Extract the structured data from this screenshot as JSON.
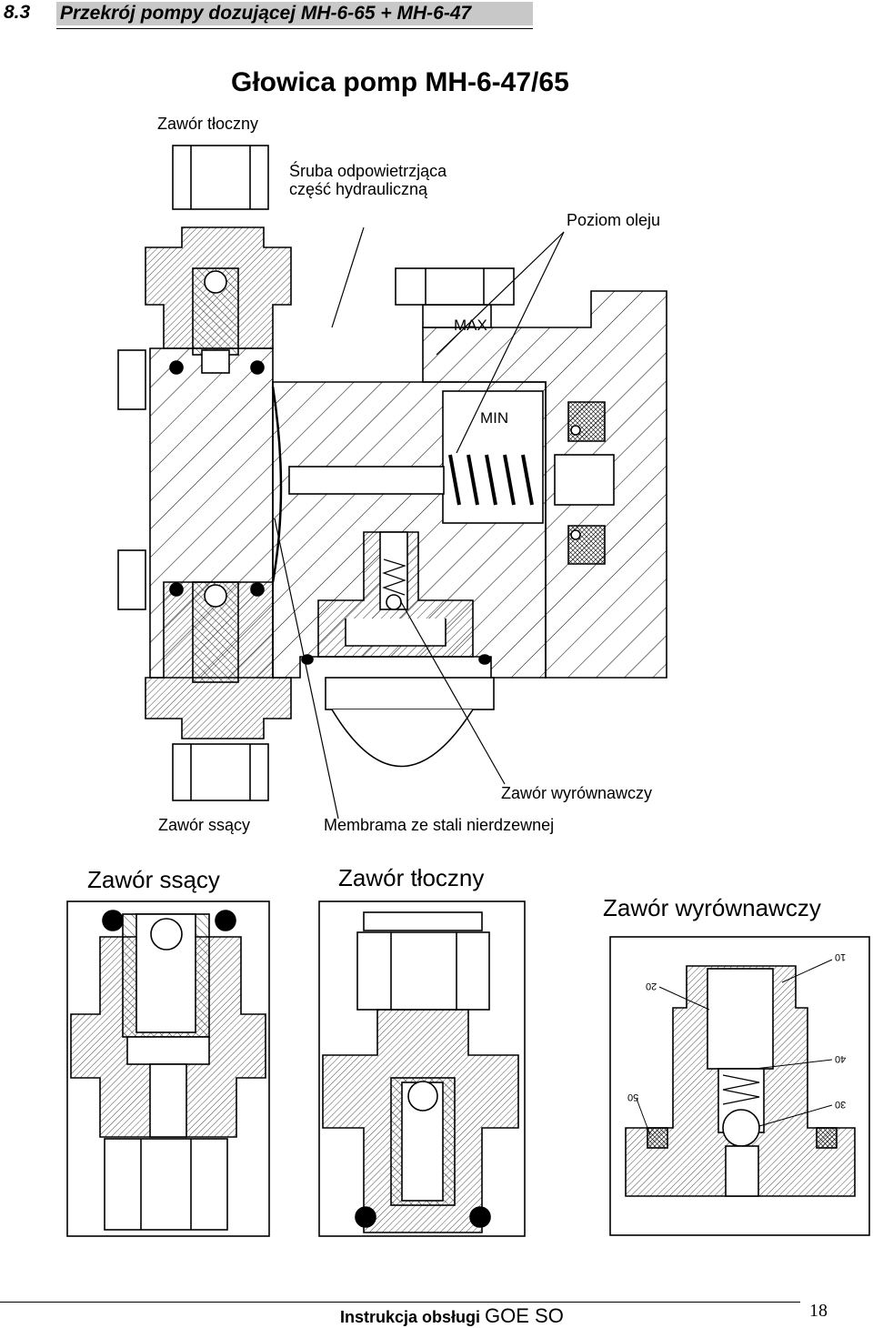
{
  "header": {
    "section_number": "8.3",
    "section_title": "Przekrój pompy dozującej MH-6-65 +  MH-6-47"
  },
  "main_figure": {
    "title": "Głowica pomp MH-6-47/65",
    "labels": {
      "discharge_valve": "Zawór tłoczny",
      "vent_screw_line1": "Śruba odpowietrzjąca",
      "vent_screw_line2": "część hydrauliczną",
      "oil_level": "Poziom oleju",
      "max": "MAX",
      "min": "MIN",
      "suction_valve": "Zawór ssący",
      "diaphragm": "Membrama ze stali nierdzewnej",
      "compensation_valve": "Zawór wyrównawczy"
    }
  },
  "detail_figures": {
    "suction_title": "Zawór ssący",
    "discharge_title": "Zawór tłoczny",
    "compensation_title": "Zawór wyrównawczy",
    "callouts": [
      "10",
      "20",
      "40",
      "30",
      "50"
    ]
  },
  "footer": {
    "manual_text": "Instrukcja obsługi",
    "brand": "GOE SO",
    "page_number": "18"
  }
}
